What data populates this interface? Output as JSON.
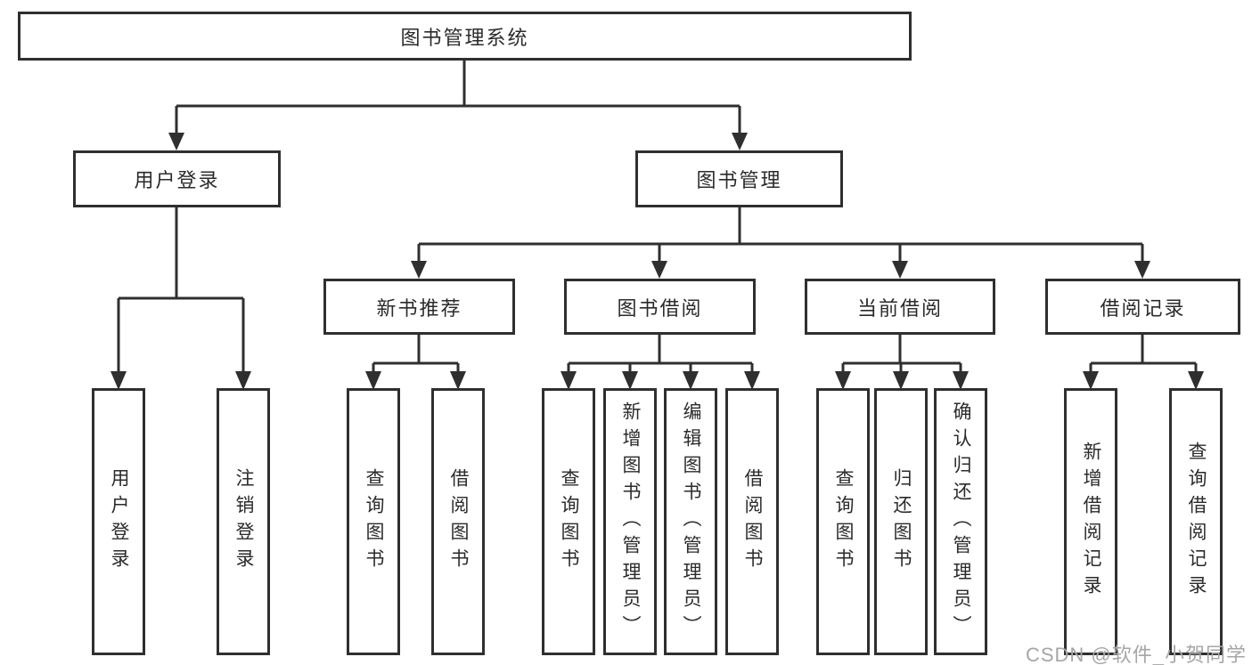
{
  "tree": {
    "label": "图书管理系统",
    "children": [
      {
        "label": "用户登录",
        "children": [
          {
            "label": "用户登录"
          },
          {
            "label": "注销登录"
          }
        ]
      },
      {
        "label": "图书管理",
        "children": [
          {
            "label": "新书推荐",
            "children": [
              {
                "label": "查询图书"
              },
              {
                "label": "借阅图书"
              }
            ]
          },
          {
            "label": "图书借阅",
            "children": [
              {
                "label": "查询图书"
              },
              {
                "label": "新增图书（管理员）"
              },
              {
                "label": "编辑图书（管理员）"
              },
              {
                "label": "借阅图书"
              }
            ]
          },
          {
            "label": "当前借阅",
            "children": [
              {
                "label": "查询图书"
              },
              {
                "label": "归还图书"
              },
              {
                "label": "确认归还（管理员）"
              }
            ]
          },
          {
            "label": "借阅记录",
            "children": [
              {
                "label": "新增借阅记录"
              },
              {
                "label": "查询借阅记录"
              }
            ]
          }
        ]
      }
    ]
  },
  "watermark": "CSDN @软件_小贺同学",
  "colors": {
    "line": "#2f2f2f",
    "text": "#2b2b2b",
    "watermark": "#a6a6a6",
    "background": "#ffffff"
  }
}
